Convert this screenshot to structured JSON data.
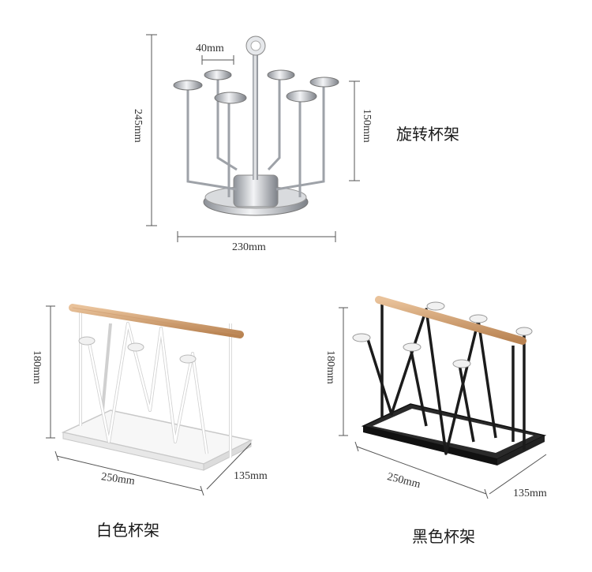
{
  "products": {
    "rotating": {
      "name": "旋转杯架",
      "dim_width": "230mm",
      "dim_height": "245mm",
      "dim_arm": "150mm",
      "dim_cap": "40mm"
    },
    "white": {
      "name": "白色杯架",
      "dim_length": "250mm",
      "dim_depth": "135mm",
      "dim_height": "180mm"
    },
    "black": {
      "name": "黑色杯架",
      "dim_length": "250mm",
      "dim_depth": "135mm",
      "dim_height": "180mm"
    }
  },
  "colors": {
    "chrome": "#c9ccd1",
    "wood": "#d8a97a",
    "white_frame": "#f4f4f4",
    "black_frame": "#1b1b1b",
    "dimension_line": "#555555"
  }
}
